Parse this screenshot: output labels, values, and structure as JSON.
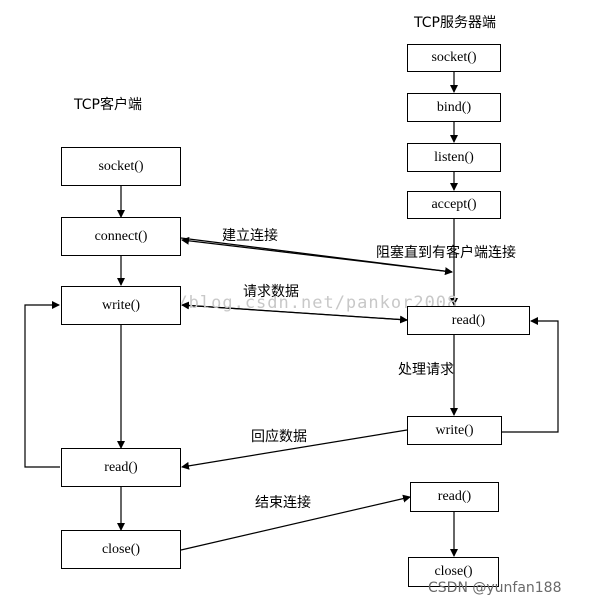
{
  "client": {
    "title": "TCP客户端",
    "socket": "socket()",
    "connect": "connect()",
    "write": "write()",
    "read": "read()",
    "close": "close()"
  },
  "server": {
    "title": "TCP服务器端",
    "socket": "socket()",
    "bind": "bind()",
    "listen": "listen()",
    "accept": "accept()",
    "blocking_note": "阻塞直到有客户端连接",
    "read": "read()",
    "process_note": "处理请求",
    "write": "write()",
    "read2": "read()",
    "close": "close()"
  },
  "messages": {
    "connect": "建立连接",
    "request": "请求数据",
    "response": "回应数据",
    "end": "结束连接"
  },
  "watermark": "http://blog.csdn.net/pankor2008",
  "credit": "CSDN @yunfan188"
}
